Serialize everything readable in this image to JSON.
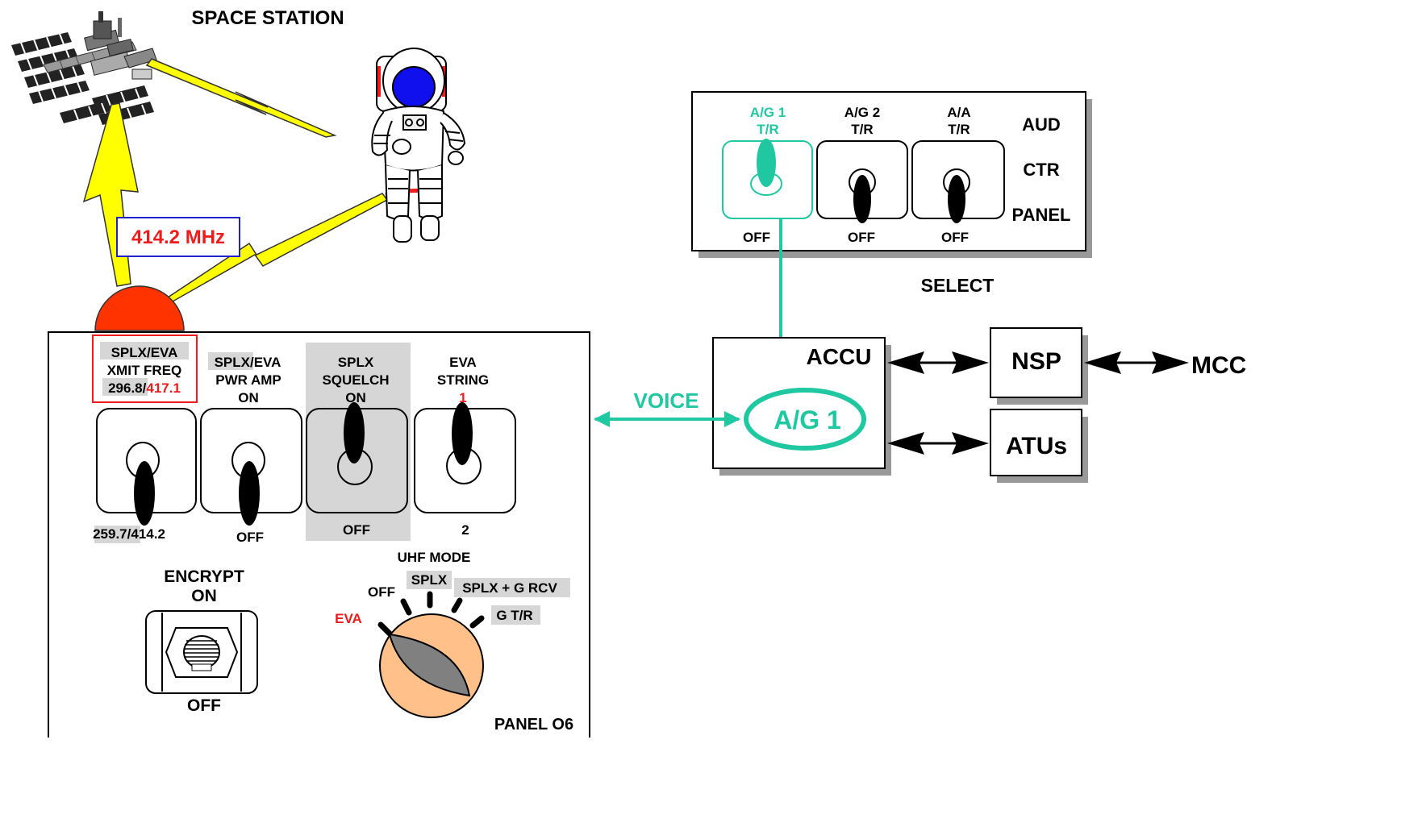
{
  "title": "SPACE STATION",
  "frequency_label": "414.2 MHz",
  "colors": {
    "accent_teal": "#1fc8a0",
    "warning_red": "#ee1c1c",
    "helmet_blue": "#1010ee",
    "antenna_red": "#ff3300",
    "lightning_yellow": "#ffff00",
    "highlight_gray": "#d6d6d6",
    "knob_orange": "#ffc08a",
    "label_box_blue": "#2222cc"
  },
  "icons": {
    "station": "space-station-icon",
    "astronaut": "astronaut-icon",
    "antenna": "antenna-dome-icon",
    "link": "lightning-link-icon"
  },
  "audio_panel": {
    "title_lines": [
      "AUD",
      "CTR",
      "PANEL"
    ],
    "select_label": "SELECT",
    "switches": [
      {
        "top1": "A/G 1",
        "top2": "T/R",
        "bottom": "OFF",
        "position": "T/R",
        "active": true
      },
      {
        "top1": "A/G 2",
        "top2": "T/R",
        "bottom": "OFF",
        "position": "OFF",
        "active": false
      },
      {
        "top1": "A/A",
        "top2": "T/R",
        "bottom": "OFF",
        "position": "OFF",
        "active": false
      }
    ]
  },
  "accu": {
    "label": "ACCU",
    "inner_label": "A/G 1",
    "voice_label": "VOICE"
  },
  "nsp": {
    "label": "NSP"
  },
  "mcc": {
    "label": "MCC"
  },
  "atus": {
    "label": "ATUs"
  },
  "panel_o6": {
    "label": "PANEL O6",
    "switches": [
      {
        "lines": [
          "SPLX/EVA",
          "XMIT FREQ"
        ],
        "freq_gray": "296.8/",
        "freq_red": "417.1",
        "bottom_gray": "259.7/",
        "bottom_rest": "414.2",
        "position": "down"
      },
      {
        "line1_gray": "SPLX",
        "line1_rest": "/EVA",
        "lines": [
          "PWR AMP",
          "ON"
        ],
        "bottom": "OFF",
        "position": "down"
      },
      {
        "lines": [
          "SPLX",
          "SQUELCH",
          "ON"
        ],
        "bottom": "OFF",
        "position": "up"
      },
      {
        "lines": [
          "EVA",
          "STRING"
        ],
        "top_red": "1",
        "bottom": "2",
        "position": "up"
      }
    ],
    "encrypt": {
      "top": "ENCRYPT",
      "top2": "ON",
      "bottom": "OFF"
    },
    "uhf_mode": {
      "title": "UHF MODE",
      "options": [
        "EVA",
        "OFF",
        "SPLX",
        "SPLX + G RCV",
        "G T/R"
      ],
      "selected": "EVA"
    }
  }
}
